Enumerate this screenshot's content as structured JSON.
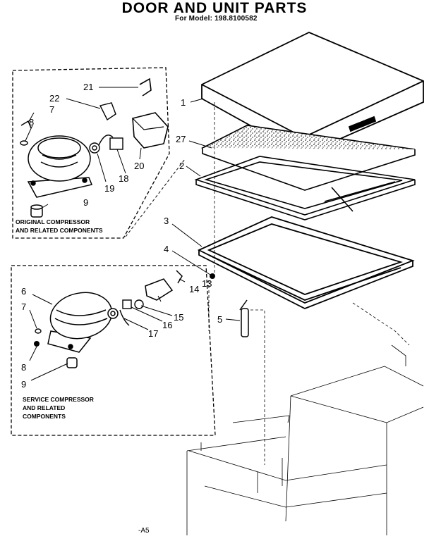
{
  "title": "DOOR AND UNIT PARTS",
  "subtitle": "For Model: 198.8100582",
  "groups": {
    "original": [
      "ORIGINAL COMPRESSOR",
      "AND RELATED COMPONENTS"
    ],
    "service": [
      "SERVICE COMPRESSOR",
      "AND RELATED",
      "COMPONENTS"
    ]
  },
  "callouts": {
    "c1": "1",
    "c27": "27",
    "c2": "2",
    "c3": "3",
    "c4": "4",
    "c5": "5",
    "c21": "21",
    "c22": "22",
    "o7": "7",
    "o8": "8",
    "o9": "9",
    "c18": "18",
    "c19": "19",
    "c20": "20",
    "s6": "6",
    "s7": "7",
    "s8": "8",
    "s9": "9",
    "c13": "13",
    "c14": "14",
    "c15": "15",
    "c16": "16",
    "c17": "17"
  },
  "footer": "-A5"
}
